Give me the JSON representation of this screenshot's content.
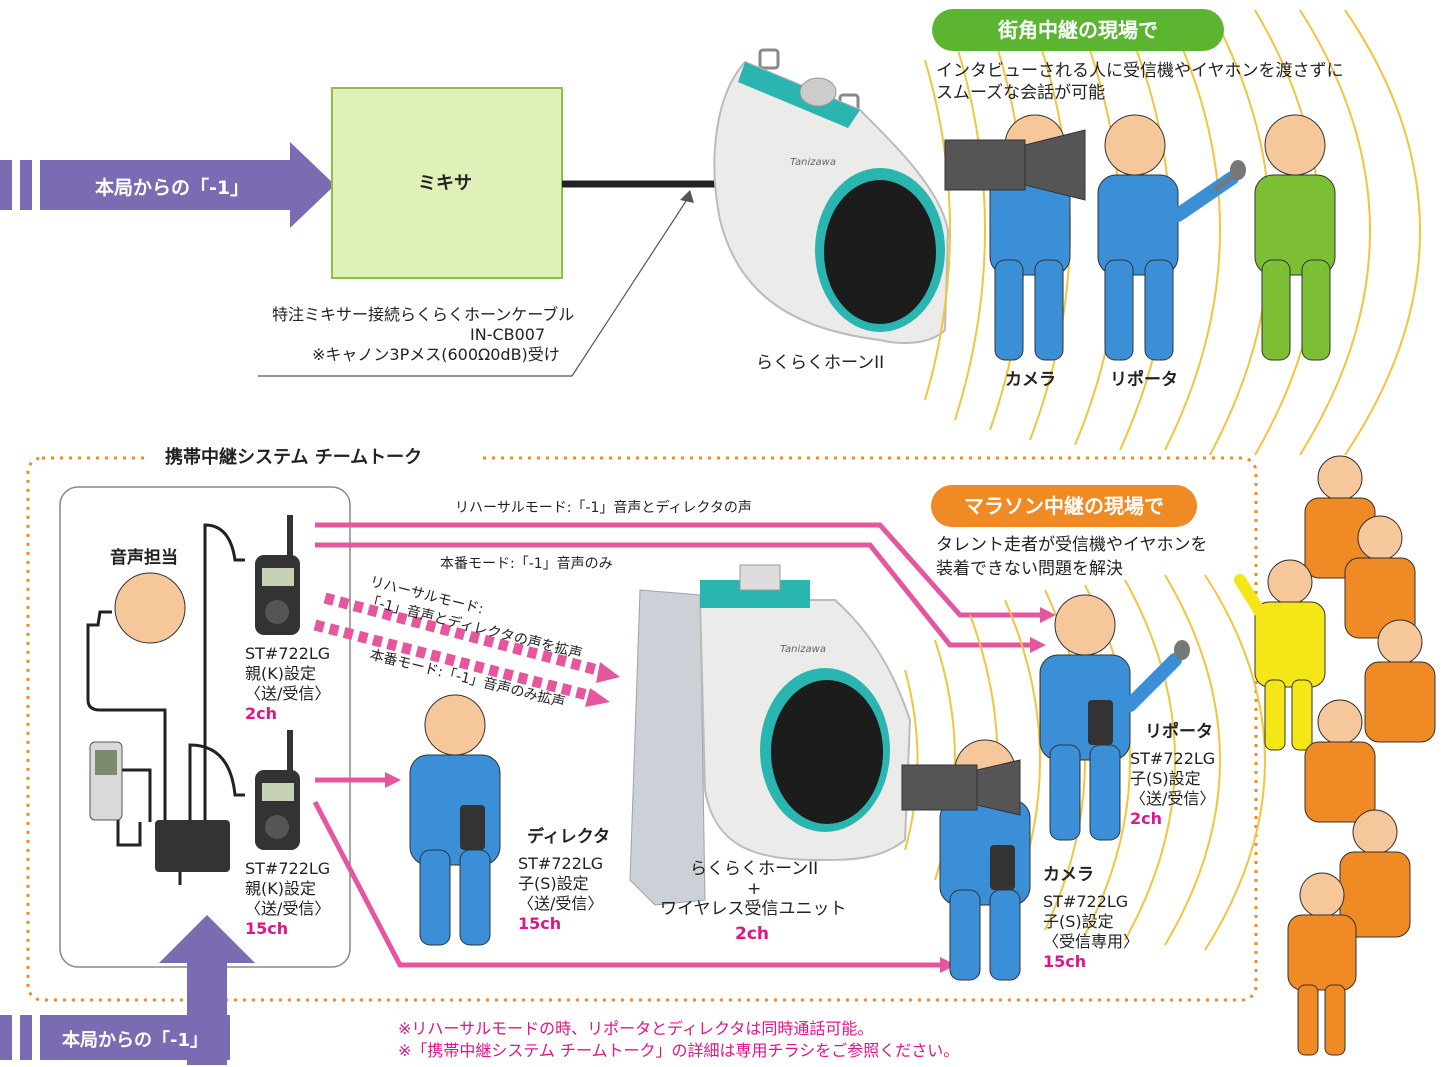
{
  "top": {
    "arrow_label": "本局からの「-1」",
    "mixer_label": "ミキサ",
    "cable_note": [
      "特注ミキサー接続らくらくホーンケーブル",
      "IN-CB007",
      "※キャノン3Pメス(600Ω0dB)受け"
    ],
    "horn_label": "らくらくホーンII",
    "brand": "Tanizawa",
    "scene_title": "街角中継の現場で",
    "scene_desc": [
      "インタビューされる人に受信機やイヤホンを渡さずに",
      "スムーズな会話が可能"
    ],
    "camera_label": "カメラ",
    "reporter_label": "リポータ"
  },
  "bottom": {
    "system_title": "携帯中継システム チームトーク",
    "audio_label": "音声担当",
    "radio1": {
      "model": "ST#722LG",
      "setting": "親(K)設定",
      "mode": "〈送/受信〉",
      "ch": "2ch"
    },
    "radio2": {
      "model": "ST#722LG",
      "setting": "親(K)設定",
      "mode": "〈送/受信〉",
      "ch": "15ch"
    },
    "rehearsal_mode": "リハーサルモード:「-1」音声とディレクタの声",
    "live_mode": "本番モード:「-1」音声のみ",
    "rehearsal_amp": [
      "リハーサルモード:",
      "「-1」音声とディレクタの声を拡声"
    ],
    "live_amp": "本番モード:「-1」音声のみ拡声",
    "director": {
      "name": "ディレクタ",
      "model": "ST#722LG",
      "setting": "子(S)設定",
      "mode": "〈送/受信〉",
      "ch": "15ch"
    },
    "horn": {
      "name": "らくらくホーンII",
      "plus": "+",
      "unit": "ワイヤレス受信ユニット",
      "ch": "2ch"
    },
    "scene_title": "マラソン中継の現場で",
    "scene_desc": [
      "タレント走者が受信機やイヤホンを",
      "装着できない問題を解決"
    ],
    "reporter": {
      "name": "リポータ",
      "model": "ST#722LG",
      "setting": "子(S)設定",
      "mode": "〈送/受信〉",
      "ch": "2ch"
    },
    "camera": {
      "name": "カメラ",
      "model": "ST#722LG",
      "setting": "子(S)設定",
      "mode": "〈受信専用〉",
      "ch": "15ch"
    },
    "arrow_label": "本局からの「-1」",
    "notes": [
      "※リハーサルモードの時、リポータとディレクタは同時通話可能。",
      "※「携帯中継システム チームトーク」の詳細は専用チラシをご参照ください。"
    ]
  },
  "colors": {
    "purple": "#7b6bb2",
    "green": "#5cb531",
    "orange": "#f08a24",
    "pink": "#e6569f",
    "blue": "#3b8fd6",
    "mixer": "#dff0b8",
    "magenta_text": "#e0158c"
  }
}
